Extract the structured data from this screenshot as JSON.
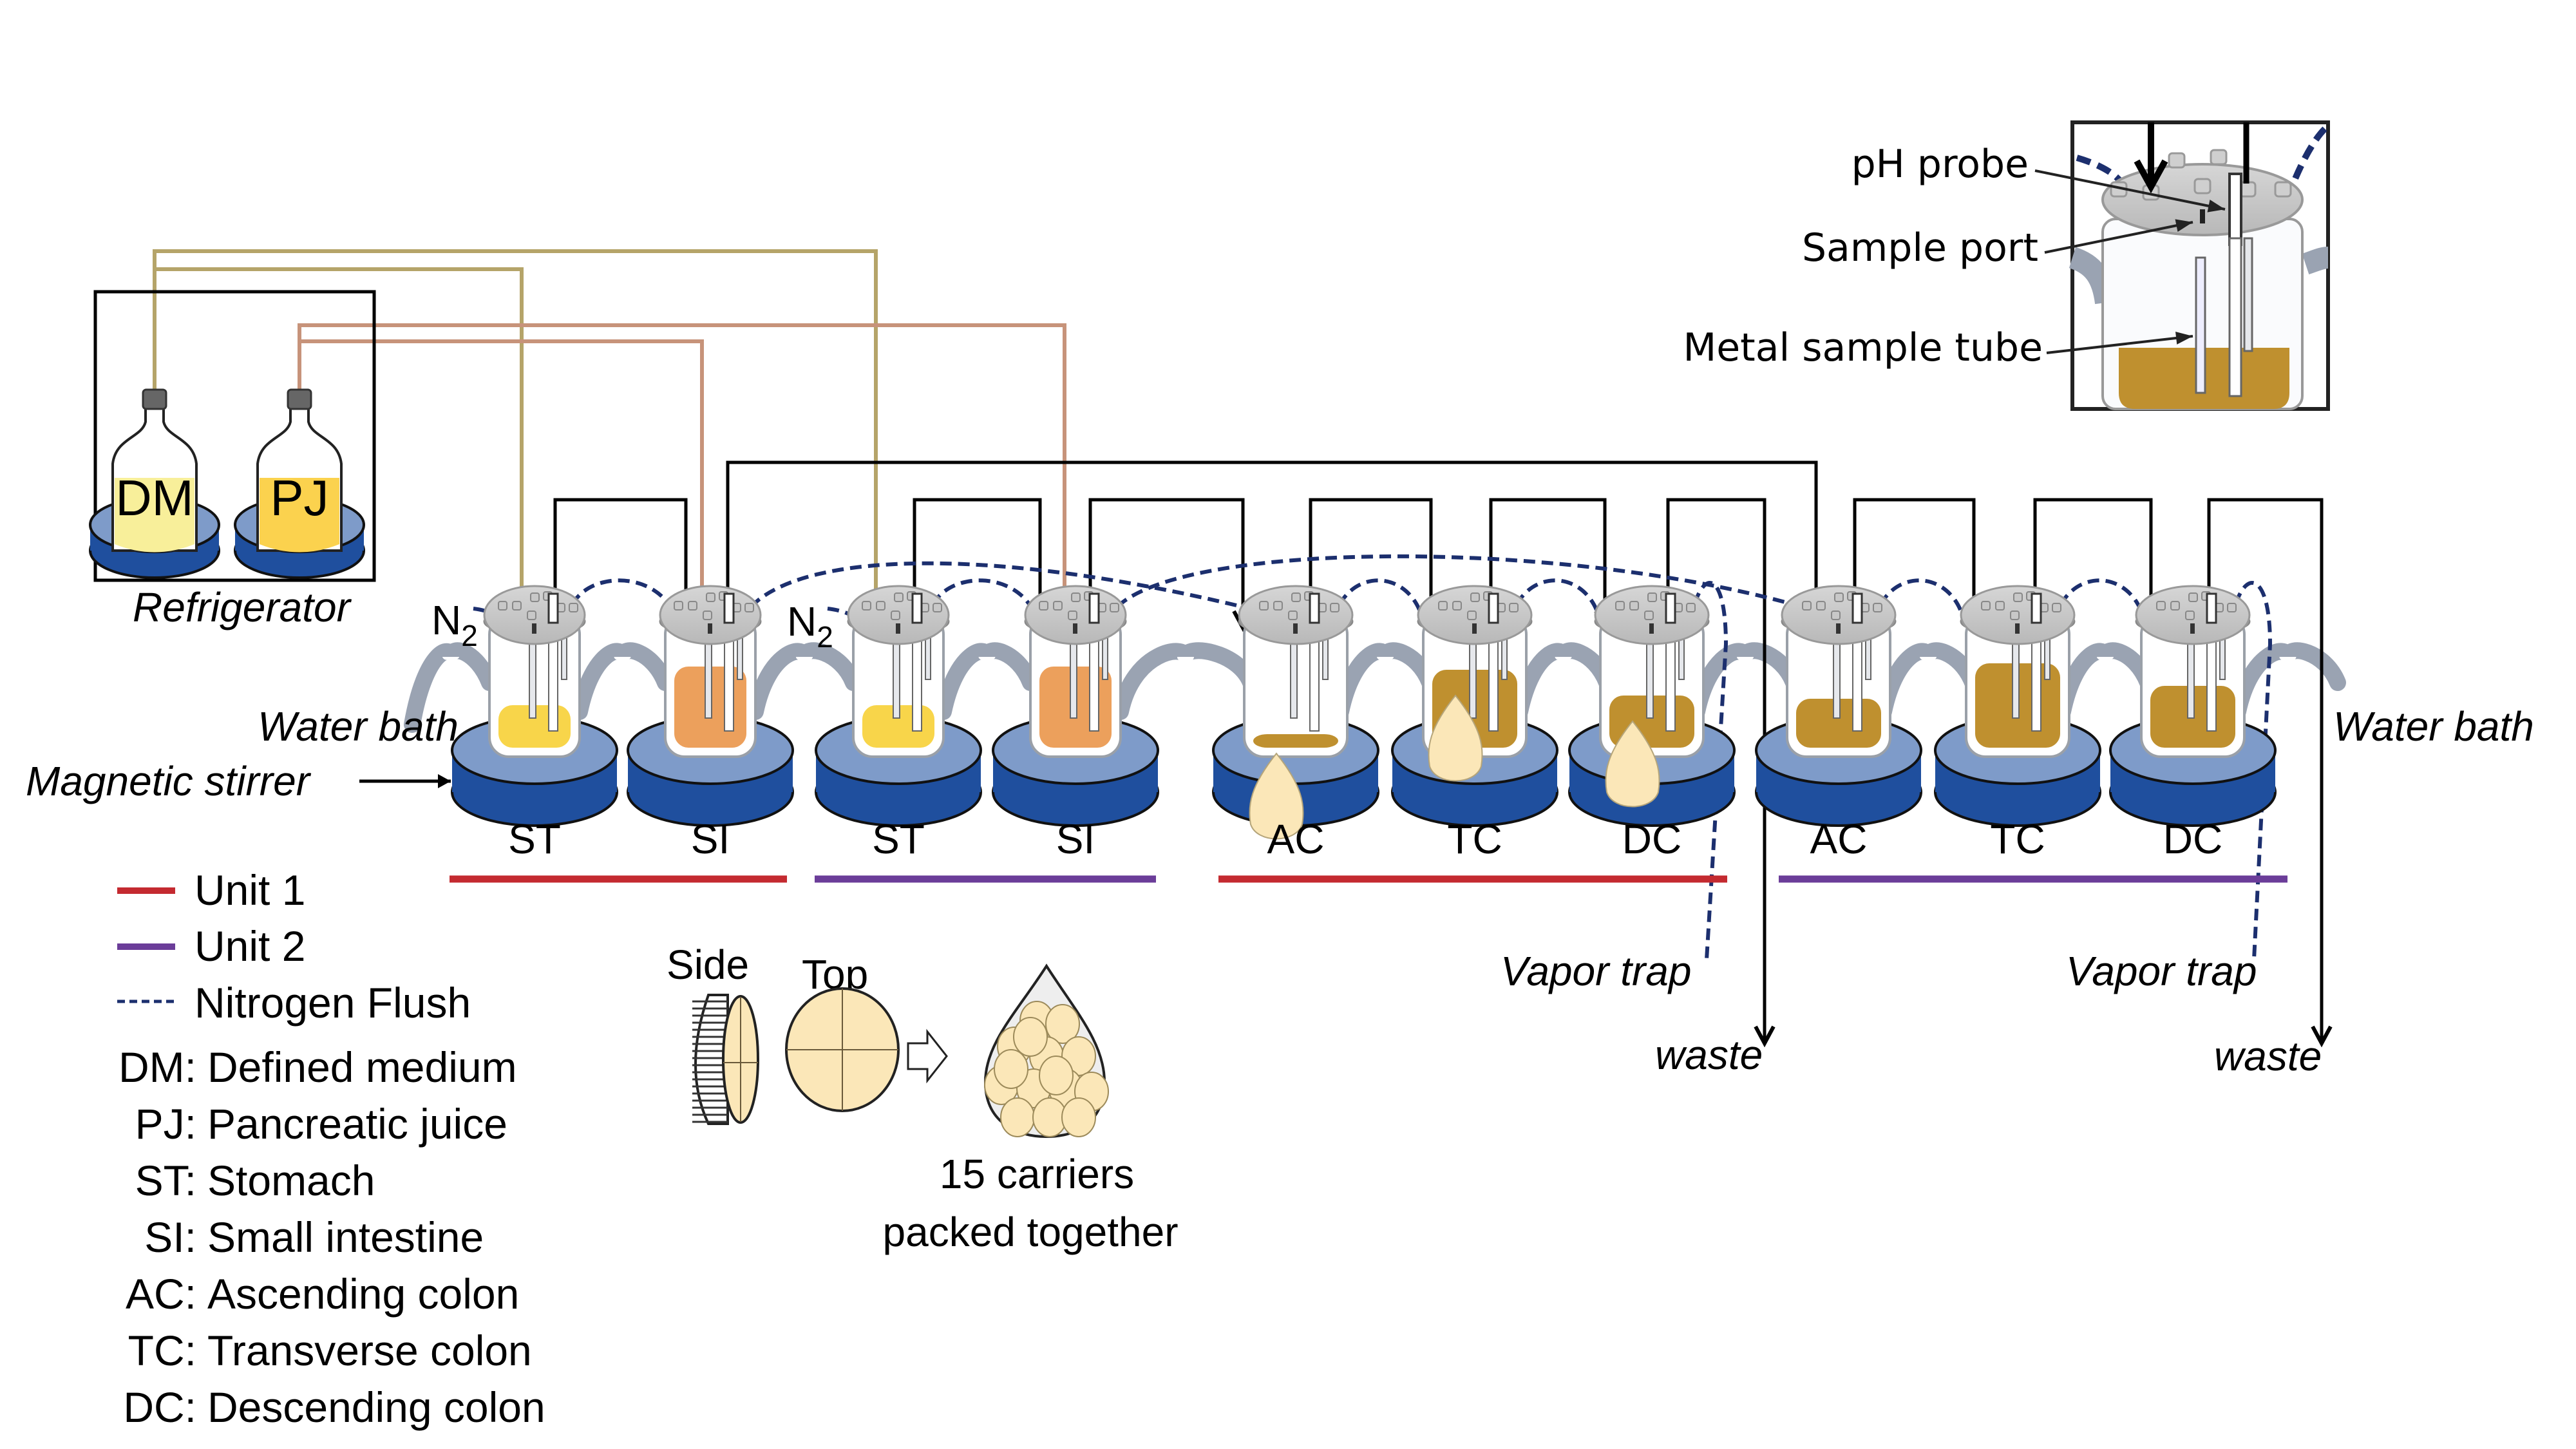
{
  "title": "In vitro gut simulator setup",
  "colors": {
    "unit1": "#c42a30",
    "unit2": "#6b3d99",
    "nitrogen": "#1c2f6e",
    "dm_tube": "#b5a469",
    "pj_tube": "#c7937a",
    "stirrer_dark": "#1f4f9e",
    "stirrer_light": "#7e9bc9",
    "dm_liquid": "#f8ef9a",
    "pj_liquid": "#fbd24e",
    "st_liquid": "#f8d54a",
    "si_liquid": "#eca05c",
    "colon_liquid": "#bf902f",
    "carrier": "#fbe7b8"
  },
  "refrigerator": {
    "label": "Refrigerator",
    "bottles": [
      {
        "id": "DM",
        "label": "DM"
      },
      {
        "id": "PJ",
        "label": "PJ"
      }
    ]
  },
  "annotations": {
    "n2": "N",
    "n2_sub": "2",
    "water_bath_left": "Water bath",
    "water_bath_right": "Water bath",
    "magnetic_stirrer": "Magnetic stirrer",
    "vapor_trap_1": "Vapor trap",
    "vapor_trap_2": "Vapor trap",
    "waste_1": "waste",
    "waste_2": "waste"
  },
  "vessels": [
    {
      "label": "ST",
      "unit": 1,
      "liquid": "st"
    },
    {
      "label": "SI",
      "unit": 1,
      "liquid": "si"
    },
    {
      "label": "ST",
      "unit": 2,
      "liquid": "st"
    },
    {
      "label": "SI",
      "unit": 2,
      "liquid": "si"
    },
    {
      "label": "AC",
      "unit": 1,
      "liquid": "colon",
      "carriers": true
    },
    {
      "label": "TC",
      "unit": 1,
      "liquid": "colon",
      "carriers": true
    },
    {
      "label": "DC",
      "unit": 1,
      "liquid": "colon",
      "carriers": true
    },
    {
      "label": "AC",
      "unit": 2,
      "liquid": "colon"
    },
    {
      "label": "TC",
      "unit": 2,
      "liquid": "colon"
    },
    {
      "label": "DC",
      "unit": 2,
      "liquid": "colon"
    }
  ],
  "inset": {
    "labels": [
      "pH probe",
      "Sample port",
      "Metal sample tube"
    ]
  },
  "legend": {
    "lines": [
      {
        "label": "Unit 1",
        "style": "unit1"
      },
      {
        "label": "Unit 2",
        "style": "unit2"
      },
      {
        "label": "Nitrogen Flush",
        "style": "nitrogen"
      }
    ],
    "abbreviations": [
      {
        "abbr": "DM:",
        "meaning": "Defined medium"
      },
      {
        "abbr": "PJ:",
        "meaning": "Pancreatic juice"
      },
      {
        "abbr": "ST:",
        "meaning": "Stomach"
      },
      {
        "abbr": "SI:",
        "meaning": "Small intestine"
      },
      {
        "abbr": "AC:",
        "meaning": "Ascending colon"
      },
      {
        "abbr": "TC:",
        "meaning": "Transverse colon"
      },
      {
        "abbr": "DC:",
        "meaning": "Descending colon"
      }
    ]
  },
  "carriers": {
    "side_label": "Side",
    "top_label": "Top",
    "caption_line1": "15 carriers",
    "caption_line2": "packed together",
    "count": 15
  }
}
